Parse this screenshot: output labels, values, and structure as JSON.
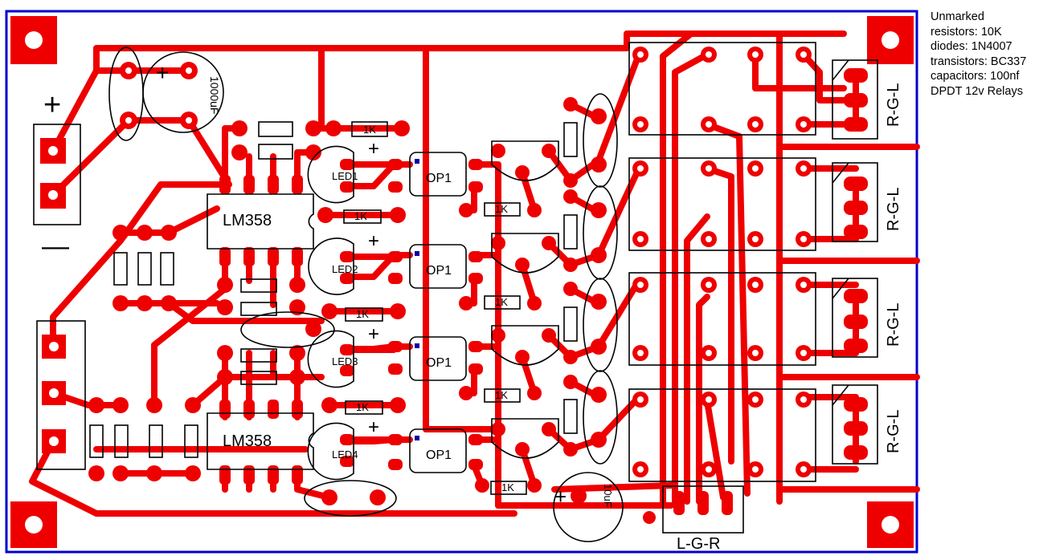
{
  "notes": [
    "Unmarked",
    "resistors: 10K",
    "diodes: 1N4007",
    "transistors: BC337",
    "capacitors: 100nf",
    "DPDT 12v Relays"
  ],
  "labels": {
    "plus": "+",
    "minus": "—",
    "cap_big": "1000uF",
    "cap_small": "10uF",
    "ic1": "LM358",
    "ic2": "LM358",
    "led1": "LED1",
    "led2": "LED2",
    "led3": "LED3",
    "led4": "LED4",
    "op": "OP1",
    "r1k": "1K",
    "relay_out": "R-G-L",
    "conn_bottom": "L-G-R"
  },
  "colors": {
    "trace": "#ee0000",
    "border": "#0000cc",
    "outline": "#000000",
    "background": "#ffffff"
  }
}
